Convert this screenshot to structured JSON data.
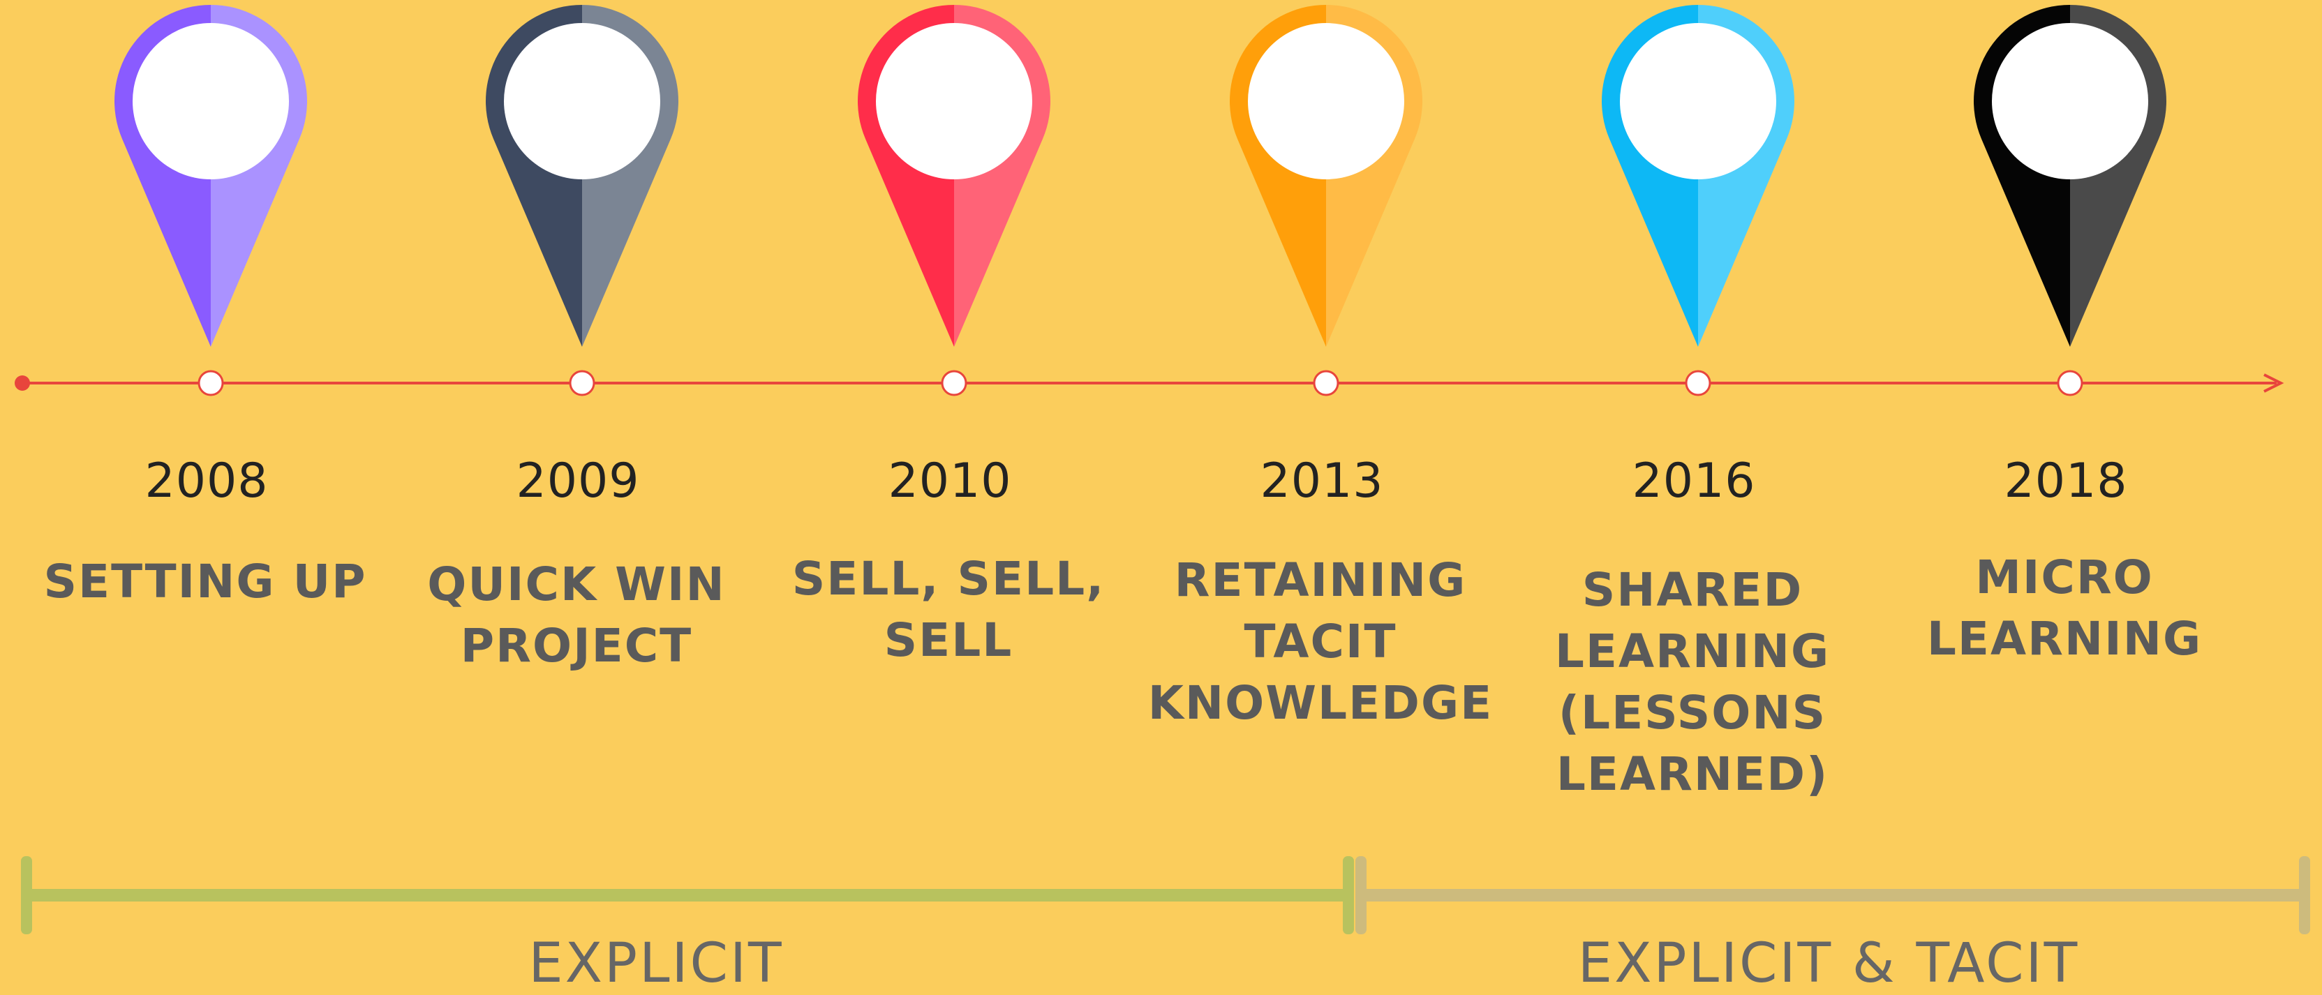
{
  "colors": {
    "background": "#FBCD5C",
    "axis": "#E8453C",
    "phase_explicit": "#B8C25E",
    "phase_tacit": "#CDBB7D",
    "year_text": "#222222",
    "title_text": "#5A5A5A"
  },
  "milestones": [
    {
      "year": "2008",
      "title": "SETTING UP",
      "pin_dark": "#8A5BFF",
      "pin_light": "#AA92FF",
      "icon": "map-pin-purple-icon"
    },
    {
      "year": "2009",
      "title": "QUICK WIN\nPROJECT",
      "pin_dark": "#3E4A61",
      "pin_light": "#7B8594",
      "icon": "map-pin-slate-icon"
    },
    {
      "year": "2010",
      "title": "SELL, SELL,\nSELL",
      "pin_dark": "#FF2D4A",
      "pin_light": "#FF6377",
      "icon": "map-pin-red-icon"
    },
    {
      "year": "2013",
      "title": "RETAINING\nTACIT\nKNOWLEDGE",
      "pin_dark": "#FF9F0A",
      "pin_light": "#FFBB46",
      "icon": "map-pin-orange-icon"
    },
    {
      "year": "2016",
      "title": "SHARED\nLEARNING\n(LESSONS\nLEARNED)",
      "pin_dark": "#0DB8F5",
      "pin_light": "#4FCFFB",
      "icon": "map-pin-blue-icon"
    },
    {
      "year": "2018",
      "title": "MICRO\nLEARNING",
      "pin_dark": "#050505",
      "pin_light": "#4A4A4A",
      "icon": "map-pin-black-icon"
    }
  ],
  "phases": [
    {
      "label": "EXPLICIT"
    },
    {
      "label": "EXPLICIT & TACIT"
    }
  ]
}
